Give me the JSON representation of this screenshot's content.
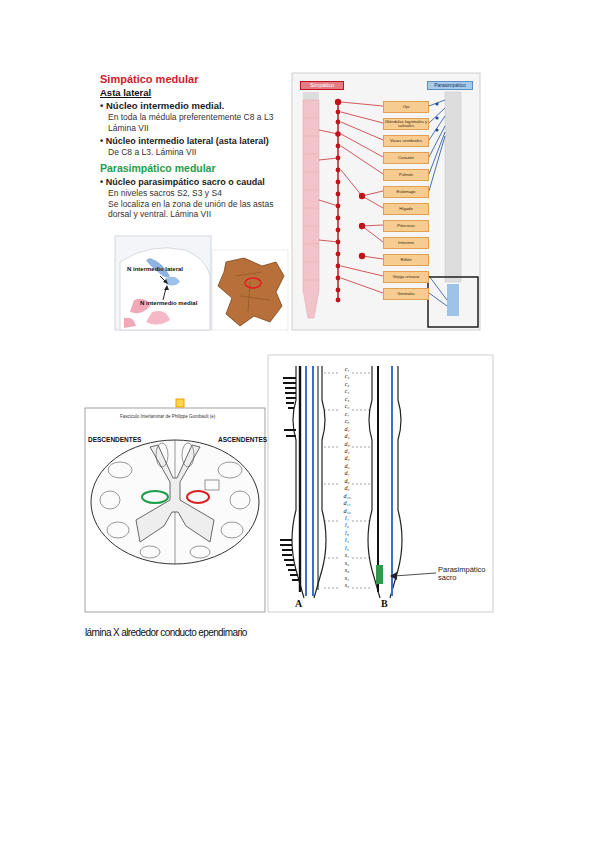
{
  "diagram": {
    "caption": "lámina X alrededor conducto ependimario",
    "nodes": [
      {
        "text": [
          "Simpático"
        ]
      },
      {
        "text": [
          "Parasimpático"
        ]
      },
      {
        "text": [
          "Ojo"
        ]
      },
      {
        "text": [
          "Glándulas lagrimales y salivales"
        ]
      },
      {
        "text": [
          "Vasos cerebrales"
        ]
      },
      {
        "text": [
          "Corazón"
        ]
      },
      {
        "text": [
          "Pulmón"
        ]
      },
      {
        "text": [
          "Estómago"
        ]
      },
      {
        "text": [
          "Hígado"
        ]
      },
      {
        "text": [
          "Páncreas"
        ]
      },
      {
        "text": [
          "Intestino"
        ]
      },
      {
        "text": [
          "Riñón"
        ]
      },
      {
        "text": [
          "Vejiga urinaria"
        ]
      },
      {
        "text": [
          "Genitales"
        ]
      }
    ],
    "labels": [
      "Simpático medular",
      "Asta lateral",
      "• Núcleo intermedio medial.",
      "En toda la médula preferentemente C8 a L3",
      "Lámina VII",
      "• Núcleo intermedio lateral (asta lateral)",
      "De C8 a L3. Lámina VII",
      "Parasimpático medular",
      "• Núcleo parasimpático sacro o caudal",
      "En niveles sacros S2, S3 y S4",
      "Se localiza en la zona de unión de las astas dorsal y ventral. Lámina VII",
      "N intermedio lateral",
      "N intermedio medial",
      "DESCENDENTES",
      "ASCENDENTES",
      "Fascículo Interlaminar de Philippe Gombault (e)",
      "A",
      "B",
      "Parasimpático sacro",
      "c₁",
      "c₂",
      "c₃",
      "c₄",
      "c₅",
      "c₆",
      "c₇",
      "c₈",
      "d₁",
      "d₂",
      "d₃",
      "d₄",
      "d₅",
      "d₆",
      "d₇",
      "d₈",
      "d₉",
      "d₁₀",
      "d₁₁",
      "d₁₂",
      "l₁",
      "l₂",
      "l₃",
      "l₄",
      "l₅",
      "s₁",
      "s₂",
      "s₃",
      "s₄",
      "s₅"
    ]
  }
}
